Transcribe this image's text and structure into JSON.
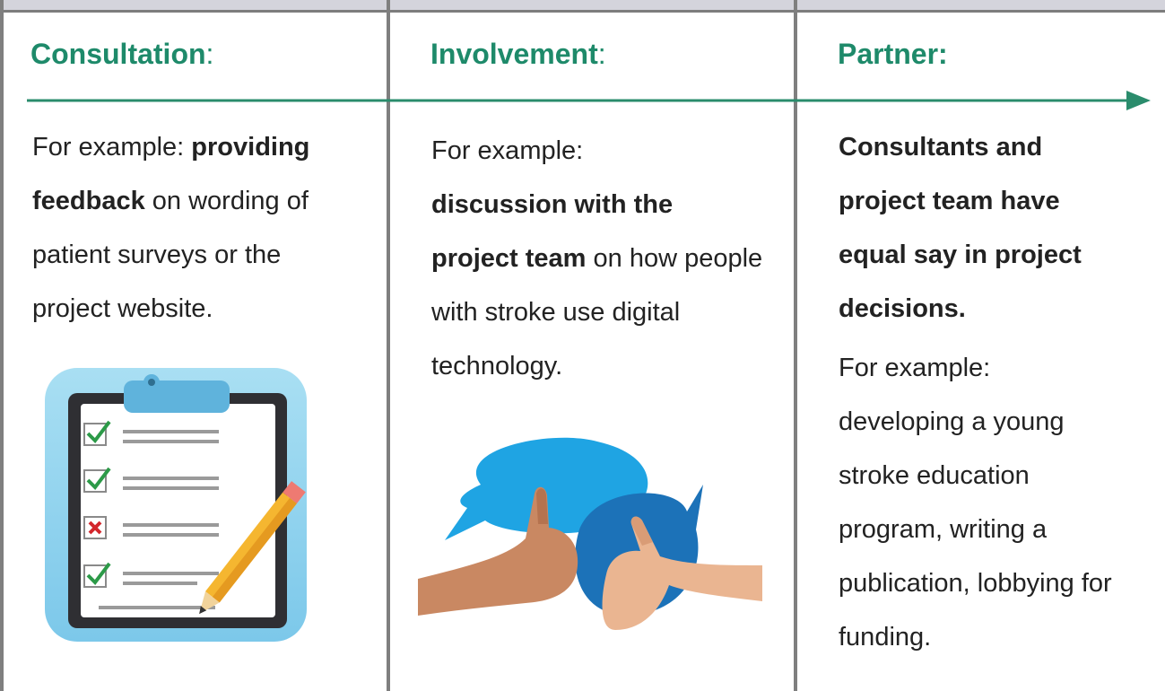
{
  "colors": {
    "accent": "#1e8a6a",
    "divider": "#7f7f7f",
    "text": "#222222"
  },
  "columns": [
    {
      "title": "Consultation",
      "title_suffix": ":",
      "body": [
        {
          "text": "For example: ",
          "bold": false
        },
        {
          "text": "providing feedback",
          "bold": true
        },
        {
          "text": " on wording of patient surveys or the project website.",
          "bold": false
        }
      ],
      "illustration": "clipboard-checklist-icon"
    },
    {
      "title": "Involvement",
      "title_suffix": ":",
      "body": [
        {
          "text": "For example: ",
          "bold": false
        },
        {
          "text": "discussion with the project team",
          "bold": true
        },
        {
          "text": " on how people with stroke use digital technology.",
          "bold": false
        }
      ],
      "illustration": "thumbs-up-speech-bubbles-icon"
    },
    {
      "title": "Partner:",
      "title_suffix": "",
      "intro": "Consultants and project team have equal say in project decisions.",
      "body_label": "For example:",
      "body_text": "developing a young stroke education program, writing a publication, lobbying for funding."
    }
  ]
}
